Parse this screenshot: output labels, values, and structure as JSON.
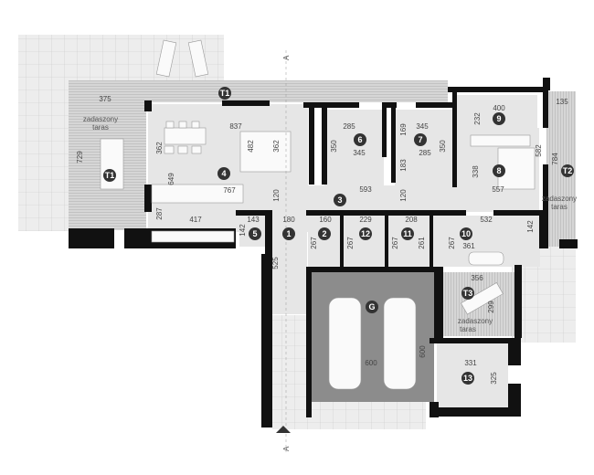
{
  "colors": {
    "wall": "#111111",
    "room_floor": "#e6e6e6",
    "terrace": "#d2d2d2",
    "garage": "#8c8c8c",
    "pavement": "#ededed",
    "badge": "#333333"
  },
  "section_marker": "A",
  "terrace_label": [
    "zadaszony",
    "taras"
  ],
  "rooms": [
    "T1",
    "T1",
    "4",
    "5",
    "1",
    "2",
    "3",
    "6",
    "7",
    "9",
    "8",
    "T2",
    "12",
    "11",
    "10",
    "G",
    "T3",
    "13"
  ],
  "dims": {
    "d375": "375",
    "d729": "729",
    "d837": "837",
    "d362a": "362",
    "d482": "482",
    "d362b": "362",
    "d649": "649",
    "d767": "767",
    "d120a": "120",
    "d287": "287",
    "d417": "417",
    "d143": "143",
    "d142a": "142",
    "d180": "180",
    "d525": "525",
    "d267a": "267",
    "d160": "160",
    "d285a": "285",
    "d350a": "350",
    "d345a": "345",
    "d169": "169",
    "d345b": "345",
    "d285b": "285",
    "d350b": "350",
    "d183": "183",
    "d593": "593",
    "d120b": "120",
    "d232": "232",
    "d400": "400",
    "d135": "135",
    "d582": "582",
    "d338": "338",
    "d557": "557",
    "d784": "784",
    "d229": "229",
    "d267b": "267",
    "d208": "208",
    "d261": "261",
    "d267c": "267",
    "d267d": "267",
    "d532": "532",
    "d142b": "142",
    "d361": "361",
    "d356": "356",
    "d299": "299",
    "d600a": "600",
    "d600b": "600",
    "d331": "331",
    "d325": "325"
  }
}
